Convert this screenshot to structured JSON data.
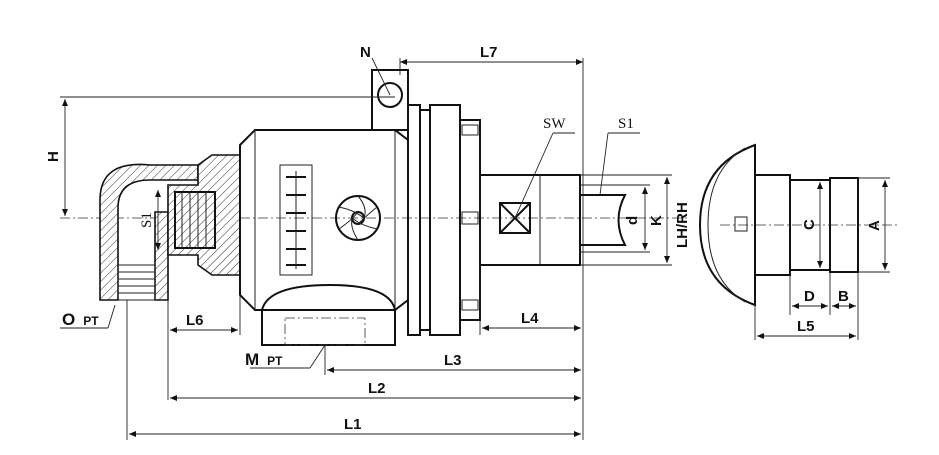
{
  "labels": {
    "n": "N",
    "l7": "L7",
    "h": "H",
    "sw": "SW",
    "s1_right": "S1",
    "s1_left": "S1",
    "d": "d",
    "k": "K",
    "lh_rh": "LH/RH",
    "c": "C",
    "a": "A",
    "o": "O",
    "o_pt": "PT",
    "l6": "L6",
    "l4": "L4",
    "m": "M",
    "m_pt": "PT",
    "l3": "L3",
    "l2": "L2",
    "l1": "L1",
    "d_upper": "D",
    "b": "B",
    "l5": "L5"
  }
}
